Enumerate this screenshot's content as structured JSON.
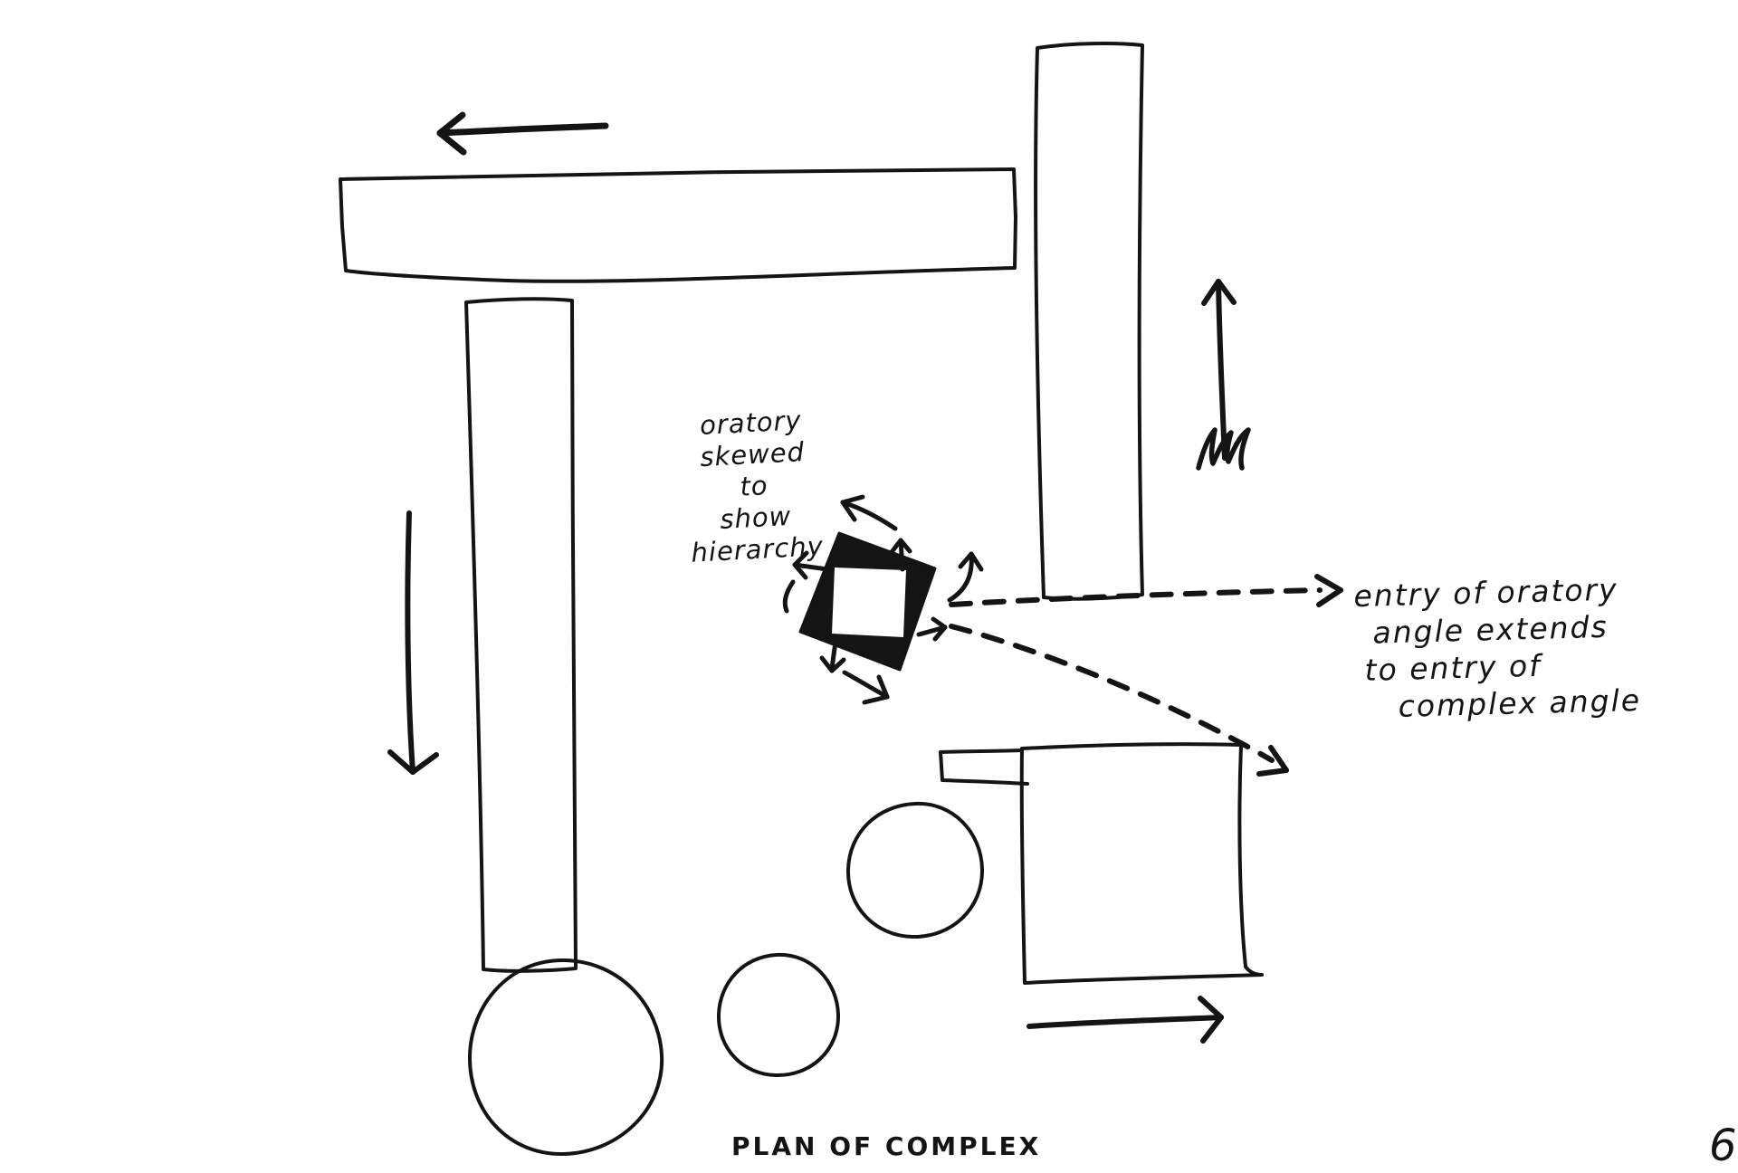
{
  "colors": {
    "ink": "#141414",
    "paper": "#ffffff"
  },
  "notes": {
    "oratory": {
      "lines": [
        "oratory",
        "skewed",
        "to",
        "show",
        "hierarchy"
      ]
    },
    "entry": {
      "lines": [
        "entry of oratory",
        "angle extends",
        "to entry of",
        "complex angle"
      ]
    }
  },
  "caption": {
    "title": "PLAN OF COMPLEX"
  },
  "corner_mark": "6"
}
